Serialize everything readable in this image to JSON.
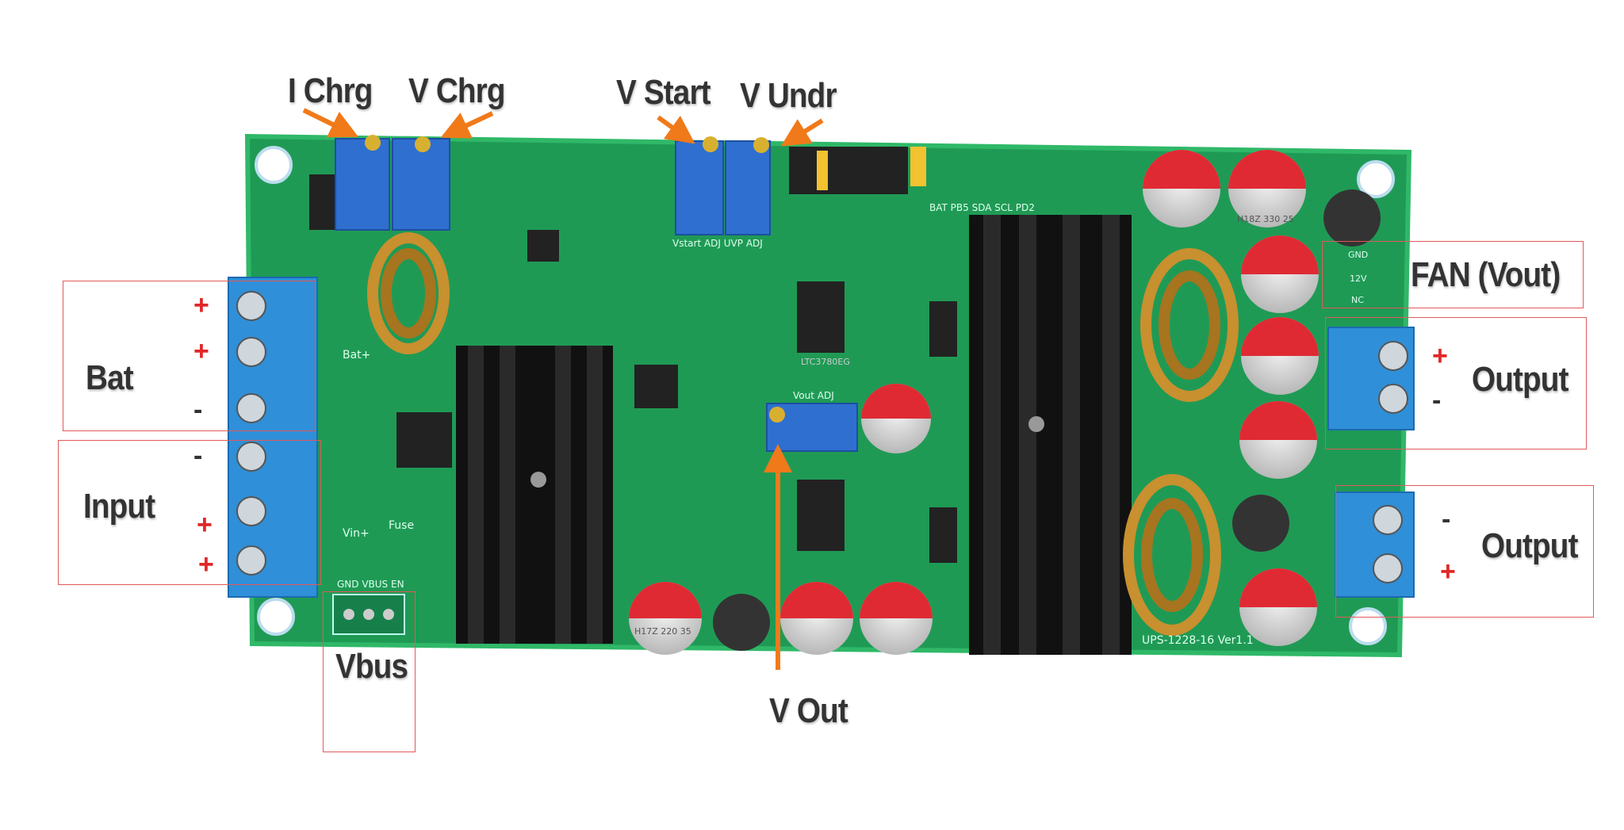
{
  "labels": {
    "i_chrg": "I Chrg",
    "v_chrg": "V Chrg",
    "v_start": "V Start",
    "v_undr": "V Undr",
    "bat": "Bat",
    "input": "Input",
    "vbus": "Vbus",
    "fan": "FAN (Vout)",
    "output_1": "Output",
    "output_2": "Output",
    "v_out": "V Out"
  },
  "signs": {
    "plus": "+",
    "minus": "-"
  },
  "silkscreen": {
    "bat_plus": "Bat+",
    "vin_plus": "Vin+",
    "fuse": "Fuse",
    "vbus_pins": "GND VBUS EN",
    "vout_adj": "Vout ADJ",
    "vstart_adj": "Vstart ADJ UVP ADJ",
    "fan_pins": [
      "GND",
      "12V",
      "NC"
    ],
    "board_id": "UPS-1228-16 Ver1.1",
    "header_pins": "BAT PB5 SDA SCL PD2",
    "cap_large": "H18Z 330 25",
    "cap_small": "H17Z 220 35",
    "chip": "LTC3780EG"
  },
  "colors": {
    "arrow": "#f07a1a",
    "box": "#e05a5a",
    "pcb": "#1f9a55",
    "plus": "#e02828"
  }
}
